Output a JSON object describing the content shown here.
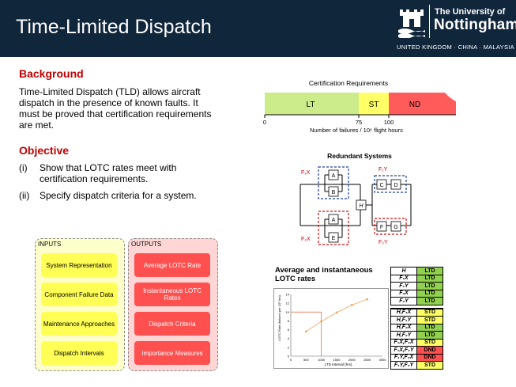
{
  "slide": {
    "title": "Time-Limited Dispatch"
  },
  "logo": {
    "line1": "The University of",
    "line2": "Nottingham",
    "tagline": "UNITED KINGDOM · CHINA · MALAYSIA"
  },
  "background": {
    "heading": "Background",
    "lines": [
      "Time-Limited Dispatch (TLD) allows aircraft",
      "dispatch in the presence of known faults.  It",
      "must be proved that certification requirements",
      "are met."
    ]
  },
  "objective": {
    "heading": "Objective",
    "items": [
      {
        "num": "(i)",
        "lines": [
          "Show that LOTC rates meet with",
          "certification requirements."
        ]
      },
      {
        "num": "(ii)",
        "lines": [
          "Specify dispatch criteria for a system."
        ]
      }
    ]
  },
  "cert": {
    "title": "Certification Requirements",
    "bands": [
      {
        "label": "LT",
        "color": "#ccec8c"
      },
      {
        "label": "ST",
        "color": "#ffff66"
      },
      {
        "label": "ND",
        "color": "#ff5b5b"
      }
    ],
    "ticks": [
      "0",
      "75",
      "100"
    ],
    "xlabel": "Number of failures / 10⁶ flight hours"
  },
  "redundant": {
    "title": "Redundant Systems",
    "labels": {
      "f1x": "F₁X",
      "f2x": "F₂X",
      "f1y": "F₁Y",
      "f2y": "F₂Y",
      "a": "A",
      "b": "B",
      "e": "E",
      "c": "C",
      "d": "D",
      "f": "F",
      "g": "G",
      "h": "H"
    }
  },
  "inputs": {
    "title": "INPUTS",
    "items": [
      "System Representation",
      "Component Failure Data",
      "Maintenance Approaches",
      "Dispatch Intervals"
    ]
  },
  "outputs": {
    "title": "OUTPUTS",
    "items": [
      "Average LOTC Rate",
      "Instantaneous LOTC Rates",
      "Dispatch Criteria",
      "Importance Measures"
    ]
  },
  "lotc": {
    "title_lines": [
      "Average and instantaneous",
      "LOTC rates"
    ],
    "ylabel": "LOTC Rate (failures per 10⁶ hrs)",
    "xlabel": "LTD Interval (hrs)"
  },
  "chart_data": {
    "type": "line",
    "title": "Average and instantaneous LOTC rates",
    "xlabel": "LTD Interval (hrs)",
    "ylabel": "LOTC Rate (failures per 10⁶ hrs)",
    "x": [
      0,
      500,
      1000,
      1500,
      2000,
      2500,
      3000
    ],
    "xlim": [
      0,
      3000
    ],
    "ylim": [
      0,
      14
    ],
    "yticks": [
      0,
      2,
      4,
      6,
      8,
      10,
      12,
      14
    ],
    "series": [
      {
        "x": [
          500,
          1000,
          1500,
          2000,
          2500
        ],
        "values": [
          5.6,
          7.9,
          9.9,
          11.6,
          12.9
        ],
        "color": "#f4a460"
      }
    ],
    "reference_lines": {
      "y": 10,
      "x": 1000
    }
  },
  "states_table": {
    "group1": [
      {
        "state": "H",
        "result": "LTD"
      },
      {
        "state": "F₁X",
        "result": "LTD"
      },
      {
        "state": "F₁Y",
        "result": "LTD"
      },
      {
        "state": "F₂X",
        "result": "LTD"
      },
      {
        "state": "F₂Y",
        "result": "LTD"
      }
    ],
    "group2": [
      {
        "state": "H,F₁X",
        "result": "STD"
      },
      {
        "state": "H,F₁Y",
        "result": "STD"
      },
      {
        "state": "H,F₂X",
        "result": "LTD"
      },
      {
        "state": "H,F₂Y",
        "result": "LTD"
      },
      {
        "state": "F₁X,F₂X",
        "result": "STD"
      },
      {
        "state": "F₁X,F₂Y",
        "result": "DND"
      },
      {
        "state": "F₁Y,F₂X",
        "result": "DND"
      },
      {
        "state": "F₁Y,F₂Y",
        "result": "STD"
      }
    ],
    "colors": {
      "LTD": "#92d050",
      "STD": "#ffff66",
      "DND": "#ff5050"
    }
  }
}
